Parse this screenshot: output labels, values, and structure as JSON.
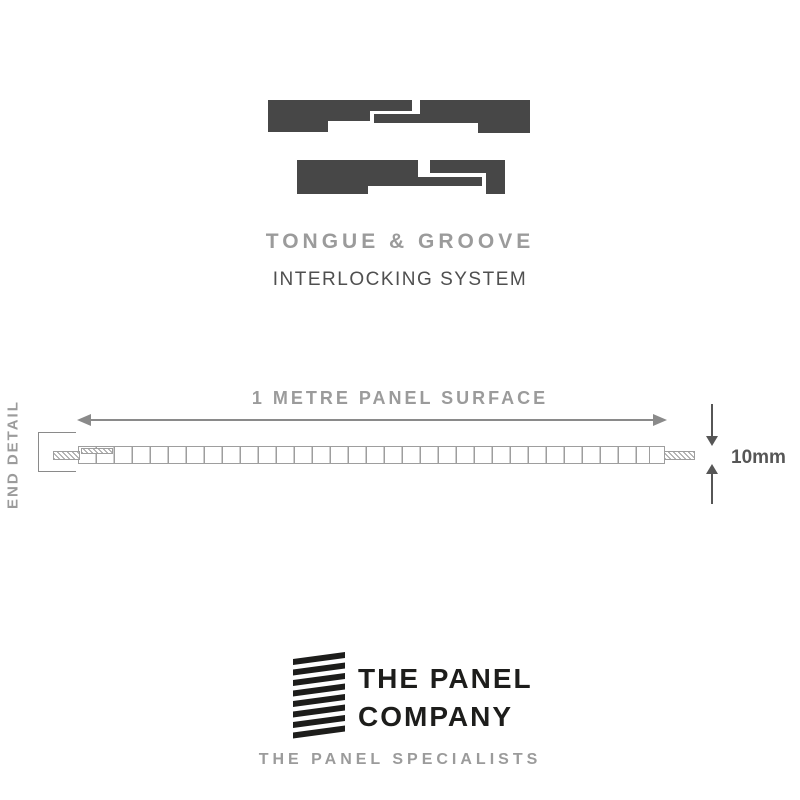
{
  "header": {
    "title": "TONGUE & GROOVE",
    "subtitle": "INTERLOCKING SYSTEM"
  },
  "diagram": {
    "dimension_label": "1 METRE PANEL SURFACE",
    "end_detail_label": "END DETAIL",
    "thickness_label": "10mm"
  },
  "footer": {
    "brand_line1": "THE PANEL",
    "brand_line2": "COMPANY",
    "tagline": "THE PANEL SPECIALISTS"
  },
  "icons": {
    "profile_joint": "tongue-groove-joint-profiles",
    "logo_mark": "stacked-panels-icon"
  },
  "colors": {
    "profile": "#474747",
    "muted": "#9b9b9b",
    "subtitle": "#4f4f4f",
    "line": "#8a8a8a",
    "line2": "#9e9e9e",
    "dim": "#565656",
    "logo": "#1d1d1b"
  }
}
